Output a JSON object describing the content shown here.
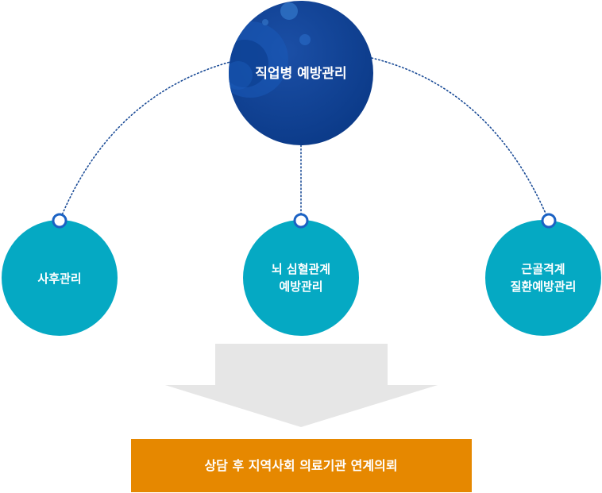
{
  "diagram": {
    "main_node": {
      "label": "직업병 예방관리"
    },
    "branches": [
      {
        "lines": [
          "사후관리"
        ]
      },
      {
        "lines": [
          "뇌 심혈관계",
          "예방관리"
        ]
      },
      {
        "lines": [
          "근골격계",
          "질환예방관리"
        ]
      }
    ],
    "result_bar": {
      "label": "상담 후 지역사회 의료기관 연계의뢰"
    },
    "colors": {
      "main_circle": "#0e3e8e",
      "main_circle_light": "#1a56b0",
      "branch_circle": "#05a9c3",
      "connector_dots": "#1a4b96",
      "node_ring": "#1b62c4",
      "arrow": "#e6e6e6",
      "result_bar": "#e68800"
    }
  }
}
